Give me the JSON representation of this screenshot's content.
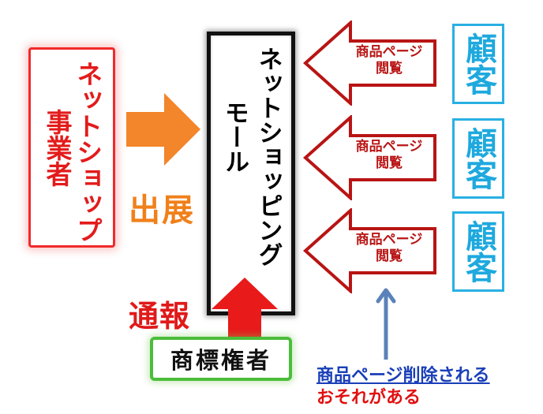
{
  "operator": {
    "line1": "ネットショップ",
    "line2": "事業者"
  },
  "mall": {
    "line1": "ネットショッピング",
    "line2": "モール"
  },
  "customers": [
    {
      "label": "顧客"
    },
    {
      "label": "顧客"
    },
    {
      "label": "顧客"
    }
  ],
  "page_views": [
    {
      "line1": "商品ページ",
      "line2": "閲覧"
    },
    {
      "line1": "商品ページ",
      "line2": "閲覧"
    },
    {
      "line1": "商品ページ",
      "line2": "閲覧"
    }
  ],
  "exhibit_label": "出展",
  "report_label": "通報",
  "rights_holder": "商標権者",
  "risk": {
    "line1": "商品ページ削除される",
    "line2": "おそれがある"
  },
  "colors": {
    "operator": "#e31b1b",
    "exhibit_arrow": "#f3852a",
    "report_arrow": "#e81a1a",
    "view_arrow": "#b91414",
    "customer": "#1ea9de",
    "holder_border": "#4bbd3a",
    "risk_arrow": "#5b82b8",
    "risk_link": "#1a3fb8"
  }
}
